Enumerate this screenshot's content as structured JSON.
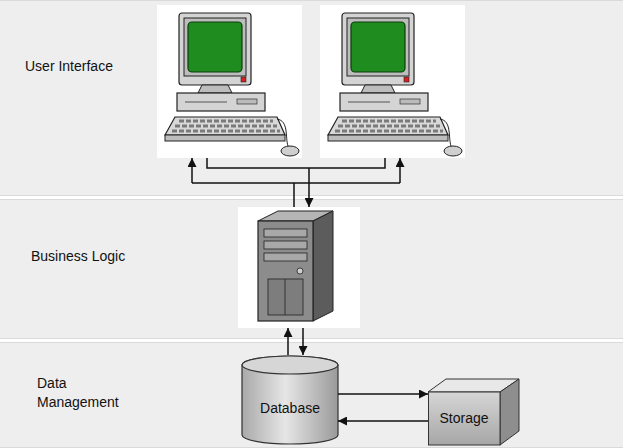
{
  "diagram": {
    "nodes": [
      {
        "text": [
          "User Interface"
        ]
      },
      {
        "text": [
          "Business Logic"
        ]
      },
      {
        "text": [
          "Data Management"
        ]
      },
      {
        "text": [
          "Database"
        ],
        "in": 2
      },
      {
        "text": [
          "Storage"
        ],
        "in": 2
      }
    ],
    "edges": [
      {
        "from": 3,
        "to": 4,
        "arrow": "to"
      },
      {
        "from": 4,
        "to": 3,
        "arrow": "to"
      }
    ]
  }
}
